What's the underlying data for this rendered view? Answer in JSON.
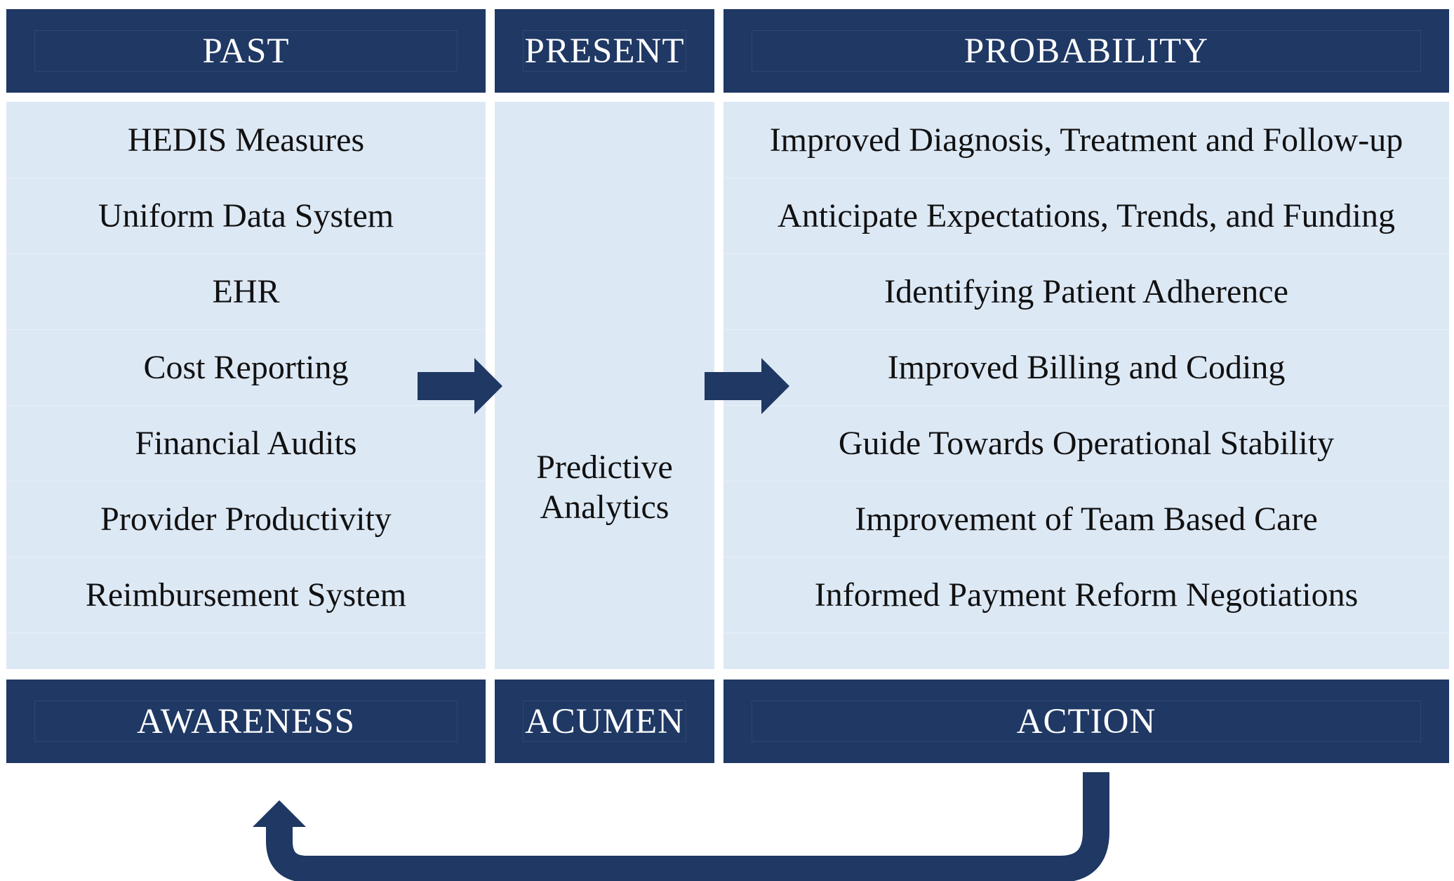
{
  "columns": {
    "past": {
      "header": "PAST",
      "footer": "AWARENESS",
      "items": [
        "HEDIS Measures",
        "Uniform Data System",
        "EHR",
        "Cost Reporting",
        "Financial Audits",
        "Provider Productivity",
        "Reimbursement System"
      ]
    },
    "present": {
      "header": "PRESENT",
      "footer": "ACUMEN",
      "content_line1": "Predictive",
      "content_line2": "Analytics"
    },
    "probability": {
      "header": "PROBABILITY",
      "footer": "ACTION",
      "items": [
        "Improved Diagnosis, Treatment and Follow-up",
        "Anticipate Expectations, Trends, and Funding",
        "Identifying Patient Adherence",
        "Improved Billing and Coding",
        "Guide Towards Operational Stability",
        "Improvement of Team Based Care",
        "Informed Payment Reform Negotiations"
      ]
    }
  },
  "colors": {
    "header_bg": "#1f3864",
    "body_bg": "#dde8f5",
    "arrow": "#1f3864"
  }
}
